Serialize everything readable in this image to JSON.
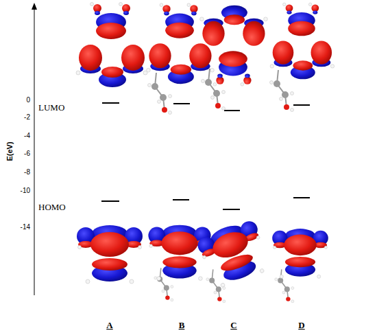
{
  "diagram": {
    "labels": [
      "0",
      "-2",
      "-4",
      "-6",
      "-8",
      "-10",
      "-14",
      "LUMO",
      "HOMO",
      "E(eV)",
      "A",
      "B",
      "C",
      "D"
    ]
  }
}
